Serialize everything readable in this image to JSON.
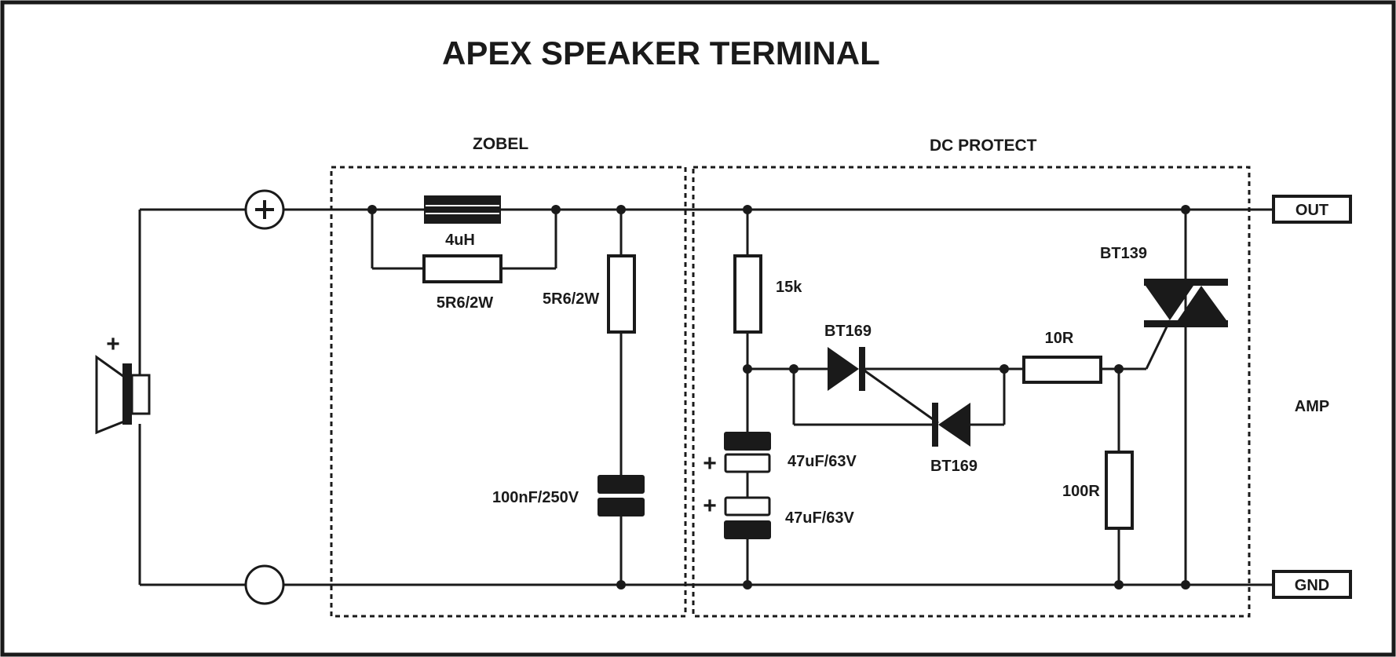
{
  "title": "APEX SPEAKER TERMINAL",
  "sections": {
    "zobel": "ZOBEL",
    "dc_protect": "DC PROTECT"
  },
  "components": {
    "inductor": "4uH",
    "inductor_resistor": "5R6/2W",
    "zobel_resistor": "5R6/2W",
    "zobel_capacitor": "100nF/250V",
    "r_15k": "15k",
    "scr_upper": "BT169",
    "scr_lower": "BT169",
    "r_10r": "10R",
    "triac": "BT139",
    "r_100r": "100R",
    "cap_upper": "47uF/63V",
    "cap_lower": "47uF/63V"
  },
  "terminals": {
    "out": "OUT",
    "gnd": "GND",
    "amp": "AMP"
  },
  "polarity": {
    "plus": "+"
  },
  "colors": {
    "ink": "#1a1a1a",
    "paper": "#ffffff"
  }
}
